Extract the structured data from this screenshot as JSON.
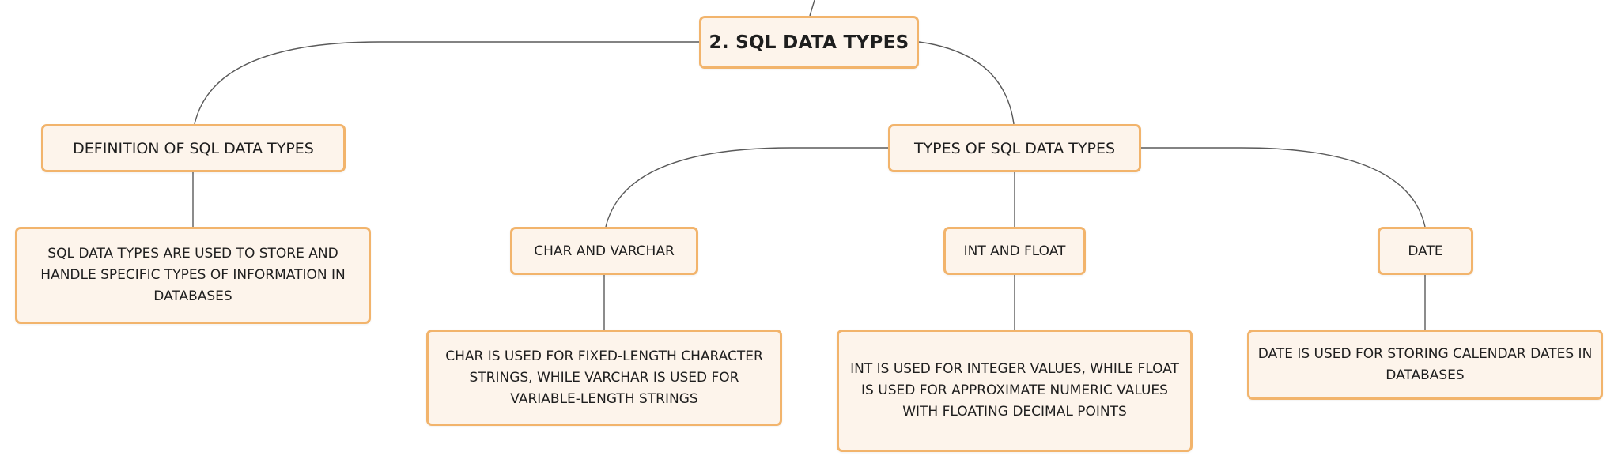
{
  "diagram": {
    "root": "2. SQL DATA TYPES",
    "definition": {
      "title": "DEFINITION OF SQL DATA TYPES",
      "description": "SQL DATA TYPES ARE USED TO STORE AND HANDLE SPECIFIC TYPES OF INFORMATION IN DATABASES"
    },
    "types": {
      "title": "TYPES OF SQL DATA TYPES",
      "children": [
        {
          "title": "CHAR AND VARCHAR",
          "description": "CHAR IS USED FOR FIXED-LENGTH CHARACTER STRINGS, WHILE VARCHAR IS USED FOR VARIABLE-LENGTH STRINGS"
        },
        {
          "title": "INT AND FLOAT",
          "description": "INT IS USED FOR INTEGER VALUES, WHILE FLOAT IS USED FOR APPROXIMATE NUMERIC VALUES WITH FLOATING DECIMAL POINTS"
        },
        {
          "title": "DATE",
          "description": "DATE IS USED FOR STORING CALENDAR DATES IN DATABASES"
        }
      ]
    }
  },
  "colors": {
    "node_fill": "#fdf4eb",
    "node_border": "#f2b46c",
    "connector": "#5a5a5a",
    "text": "#1e1e1e"
  }
}
